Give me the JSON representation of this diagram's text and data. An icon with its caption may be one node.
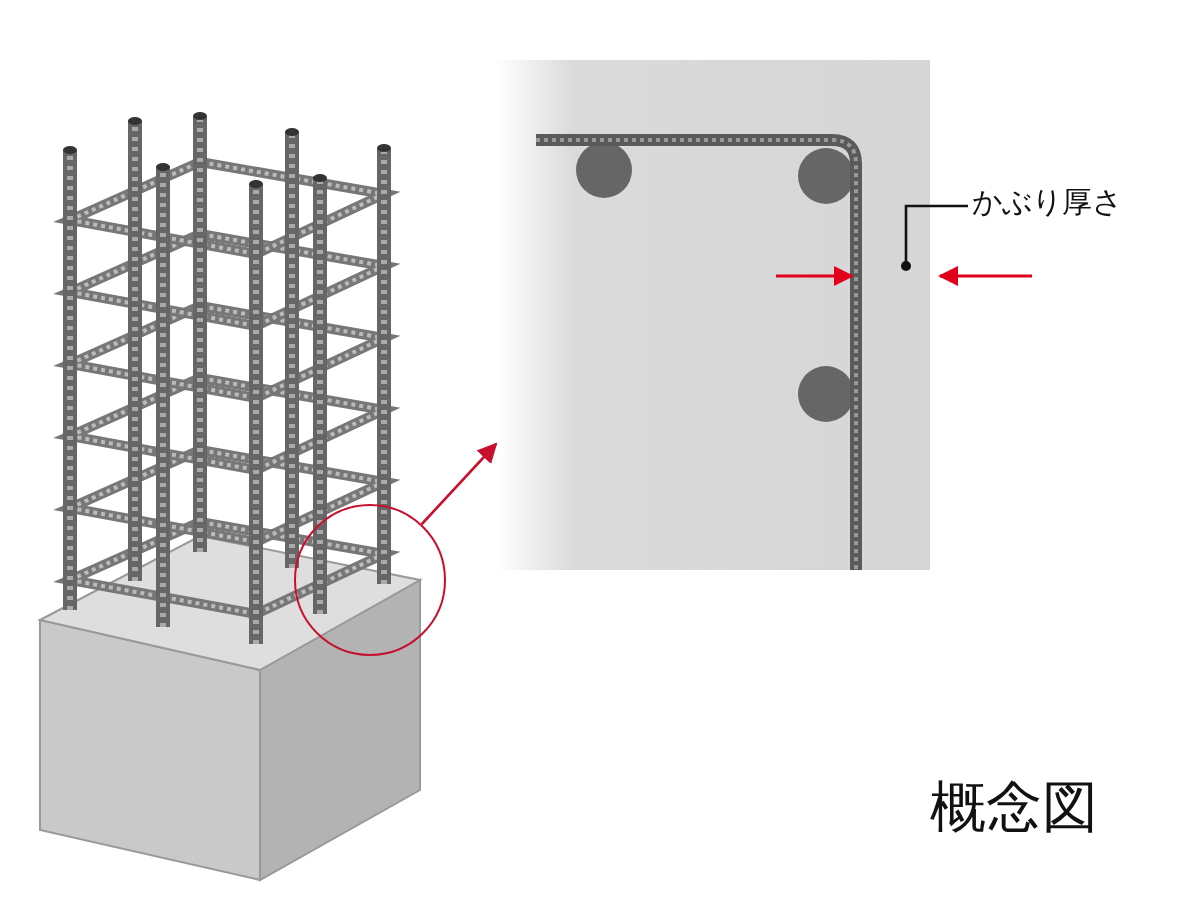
{
  "diagram": {
    "nodes": [
      {
        "text": [],
        "shape": "circle"
      },
      {
        "text": [],
        "shape": "picture"
      },
      {
        "text": [
          "かぶり厚さ"
        ]
      }
    ],
    "edges": [
      {
        "from": 0,
        "to": 1,
        "arrow": "to",
        "color": "#c8102e"
      },
      {
        "from": 2,
        "to": 1,
        "arrow": "other",
        "color": "#111111"
      }
    ],
    "labels": [
      "概念図"
    ]
  }
}
